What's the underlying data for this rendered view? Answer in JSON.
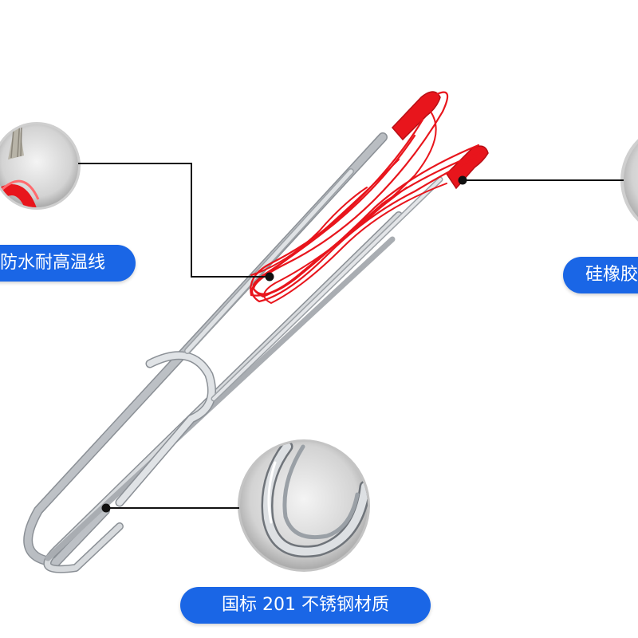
{
  "colors": {
    "accent_blue": "#1a66e6",
    "cable_red": "#e8151c",
    "steel": "#c9ccd0",
    "leader_line": "#111111"
  },
  "callouts": [
    {
      "name": "wire",
      "label": "防水耐高温线"
    },
    {
      "name": "silicone",
      "label": "硅橡胶"
    },
    {
      "name": "steel",
      "label": "国标 201 不锈钢材质"
    }
  ]
}
